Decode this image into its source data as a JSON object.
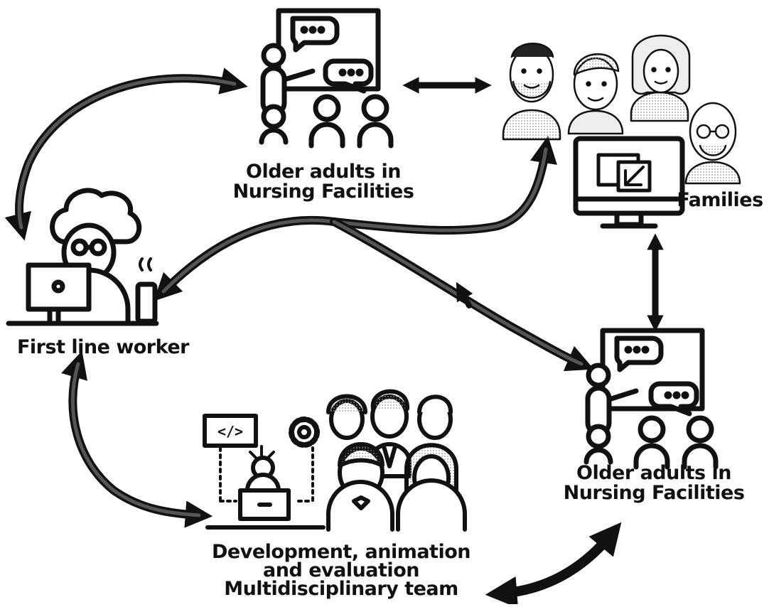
{
  "nodes": {
    "older_adults_top": {
      "line1": "Older adults in",
      "line2": "Nursing Facilities"
    },
    "older_adults_bottom": {
      "line1": "Older adults in",
      "line2": "Nursing Facilities"
    },
    "families": {
      "label": "Families"
    },
    "first_line_worker": {
      "label": "First line worker"
    },
    "team": {
      "line1": "Development, animation",
      "line2": "and evaluation",
      "line3": "Multidisciplinary team"
    }
  },
  "icons": {
    "code_window": "</>"
  },
  "colors": {
    "ink": "#111111",
    "arrow_fill": "#555555",
    "hatch": "#bbbbbb"
  }
}
